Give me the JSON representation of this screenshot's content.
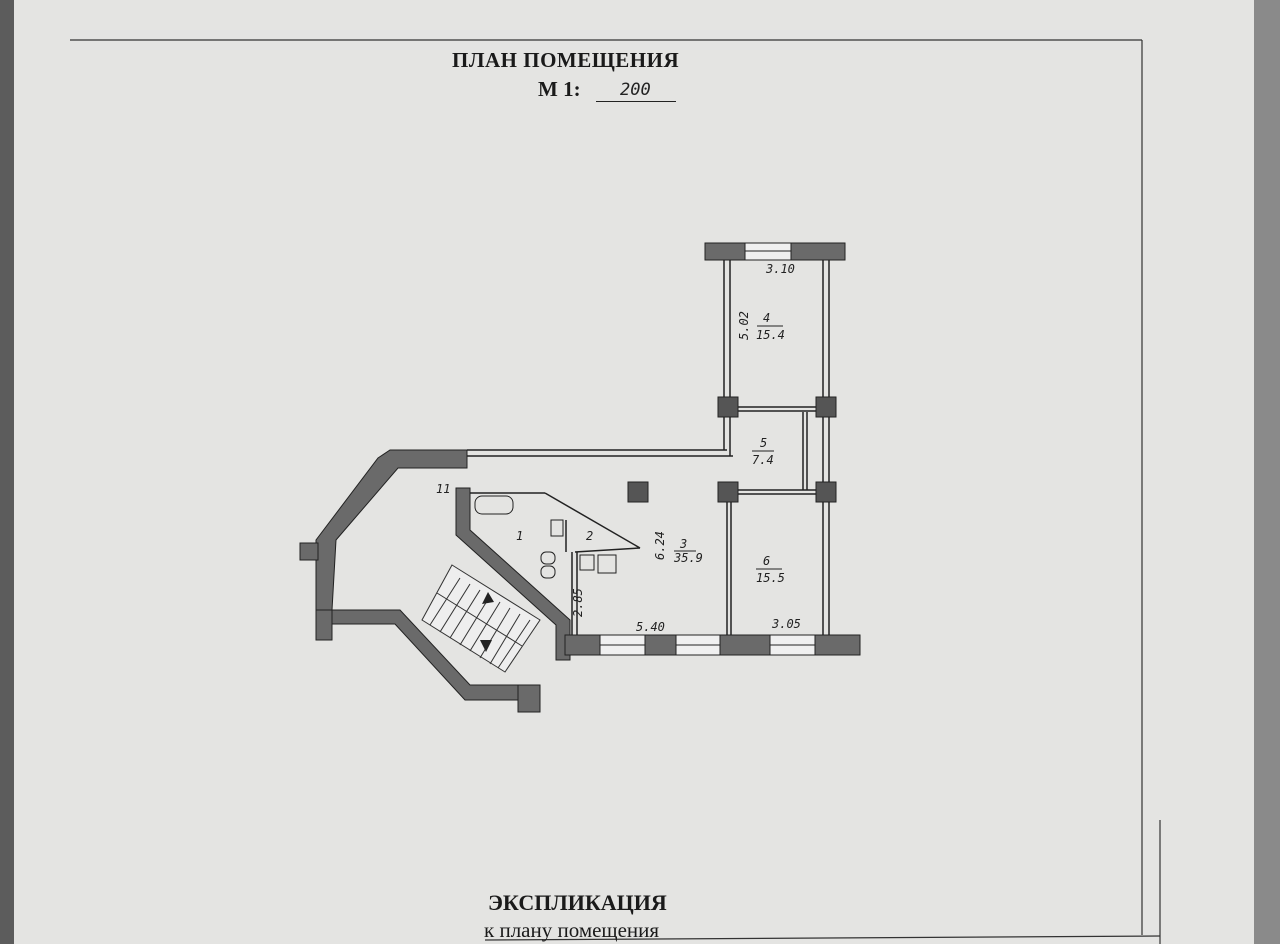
{
  "document": {
    "title": "ПЛАН ПОМЕЩЕНИЯ",
    "scale_label": "М 1:",
    "scale_value": "200",
    "explication_title": "ЭКСПЛИКАЦИЯ",
    "explication_subtitle": "к плану помещения"
  },
  "rooms": [
    {
      "number": "1"
    },
    {
      "number": "2"
    },
    {
      "number": "3",
      "area": "35.9"
    },
    {
      "number": "4",
      "area": "15.4"
    },
    {
      "number": "5",
      "area": "7.4"
    },
    {
      "number": "6",
      "area": "15.5"
    }
  ],
  "dimensions": {
    "room4_width": "3.10",
    "room4_length": "5.02",
    "room3_length": "6.24",
    "room3_width": "5.40",
    "room6_width": "3.05",
    "wall_segment": "2.85",
    "stair_label": "11"
  },
  "colors": {
    "paper": "#e4e4e2",
    "wall_fill": "#6a6a6a",
    "ink": "#222222"
  }
}
